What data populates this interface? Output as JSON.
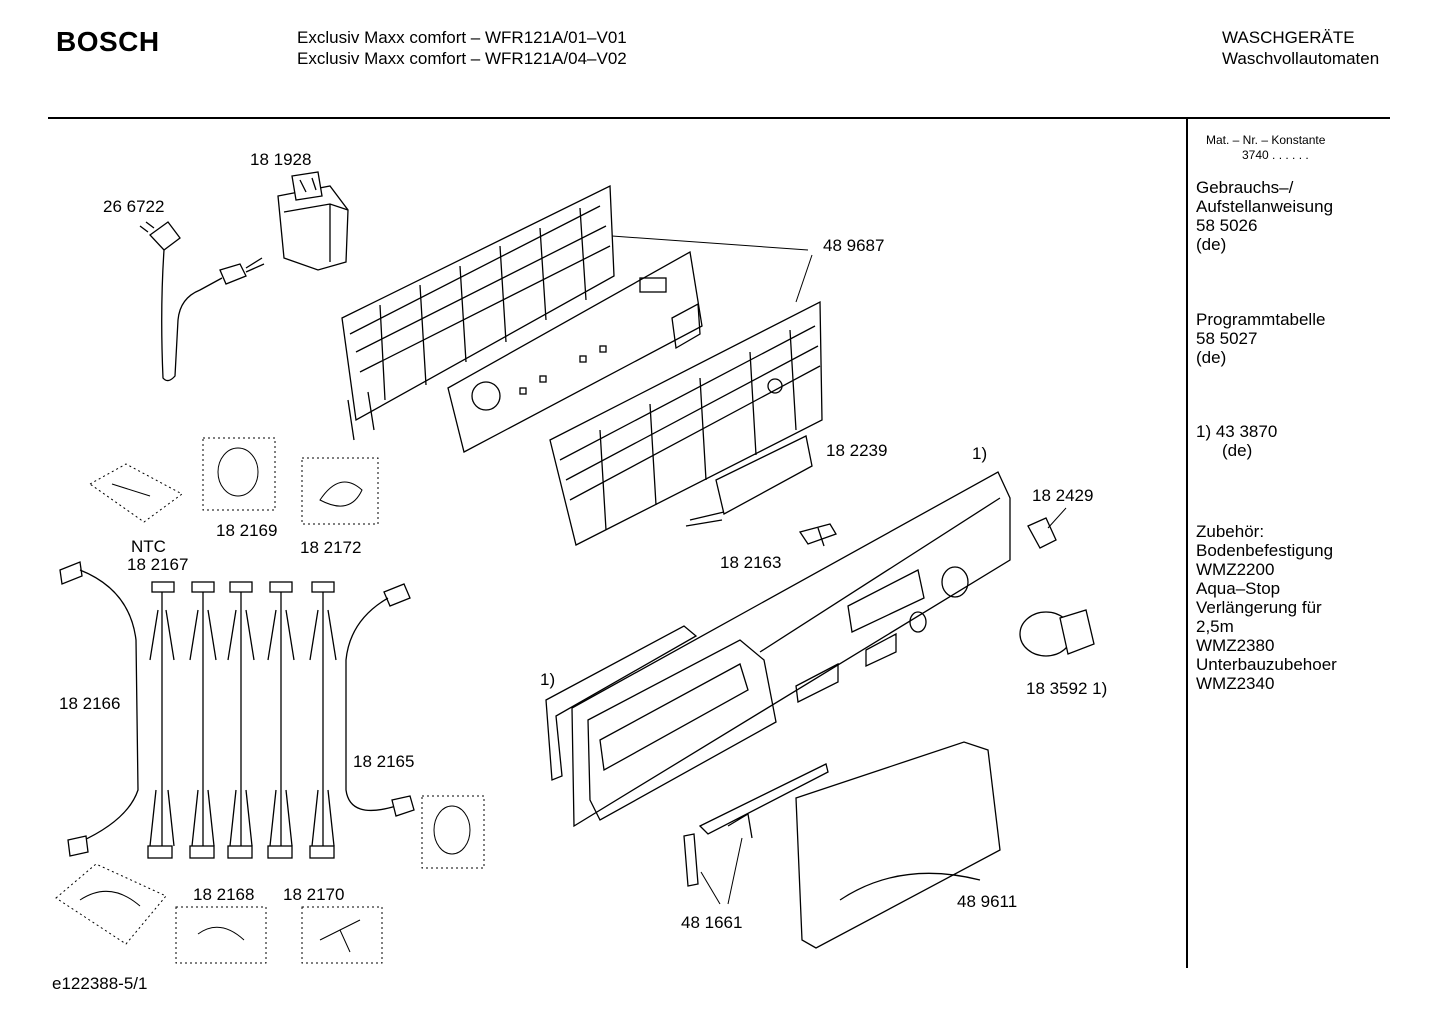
{
  "header": {
    "brand": "BOSCH",
    "models": [
      "Exclusiv Maxx comfort – WFR121A/01–V01",
      "Exclusiv Maxx comfort – WFR121A/04–V02"
    ],
    "category": [
      "WASCHGERÄTE",
      "Waschvollautomaten"
    ]
  },
  "sidebar": {
    "mat_title": "Mat. – Nr. – Konstante",
    "mat_value": "3740 . .   . . . .",
    "manual": [
      "Gebrauchs–/",
      "Aufstellanweisung",
      "58 5026",
      "(de)"
    ],
    "program_table": [
      "Programmtabelle",
      "58 5027",
      "(de)"
    ],
    "note": [
      "1) 43 3870",
      "(de)"
    ],
    "accessories": [
      "Zubehör:",
      "Bodenbefestigung",
      "WMZ2200",
      "Aqua–Stop",
      "Verlängerung für",
      "2,5m",
      "WMZ2380",
      "Unterbauzubehoer",
      "WMZ2340"
    ]
  },
  "parts": {
    "p181928": "18 1928",
    "p266722": "26 6722",
    "p489687": "48 9687",
    "p182239": "18 2239",
    "note1_top": "1)",
    "p182429": "18 2429",
    "p182163": "18 2163",
    "ntc": "NTC",
    "p182167": "18 2167",
    "p182169": "18 2169",
    "p182172": "18 2172",
    "p182166": "18 2166",
    "p182165": "18 2165",
    "note1_left": "1)",
    "p183592": "18 3592 1)",
    "p182168": "18 2168",
    "p182170": "18 2170",
    "p481661": "48 1661",
    "p489611": "48 9611"
  },
  "footer": {
    "doc_id": "e122388-5/1"
  }
}
